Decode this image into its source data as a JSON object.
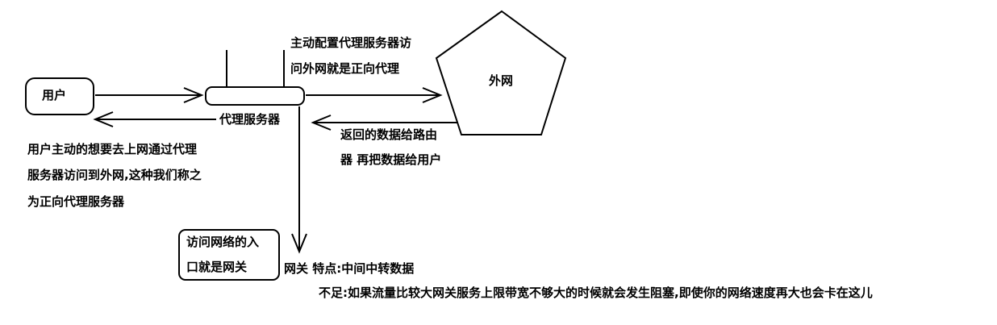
{
  "nodes": {
    "user": "用户",
    "proxy": "代理服务器",
    "internet": "外网",
    "gateway": [
      "访问网络的入",
      "口就是网关"
    ]
  },
  "annotations": {
    "forward_proxy_top": [
      "主动配置代理服务器访",
      "问外网就是正向代理"
    ],
    "return_data": [
      "返回的数据给路由",
      "器 再把数据给用户"
    ],
    "user_explain": [
      "用户主动的想要去上网通过代理",
      "服务器访问到外网,这种我们称之",
      "为正向代理服务器"
    ],
    "gateway_feature": "网关 特点:中间中转数据",
    "gateway_shortage": "不足:如果流量比较大网关服务上限带宽不够大的时候就会发生阻塞,即使你的网络速度再大也会卡在这儿"
  }
}
